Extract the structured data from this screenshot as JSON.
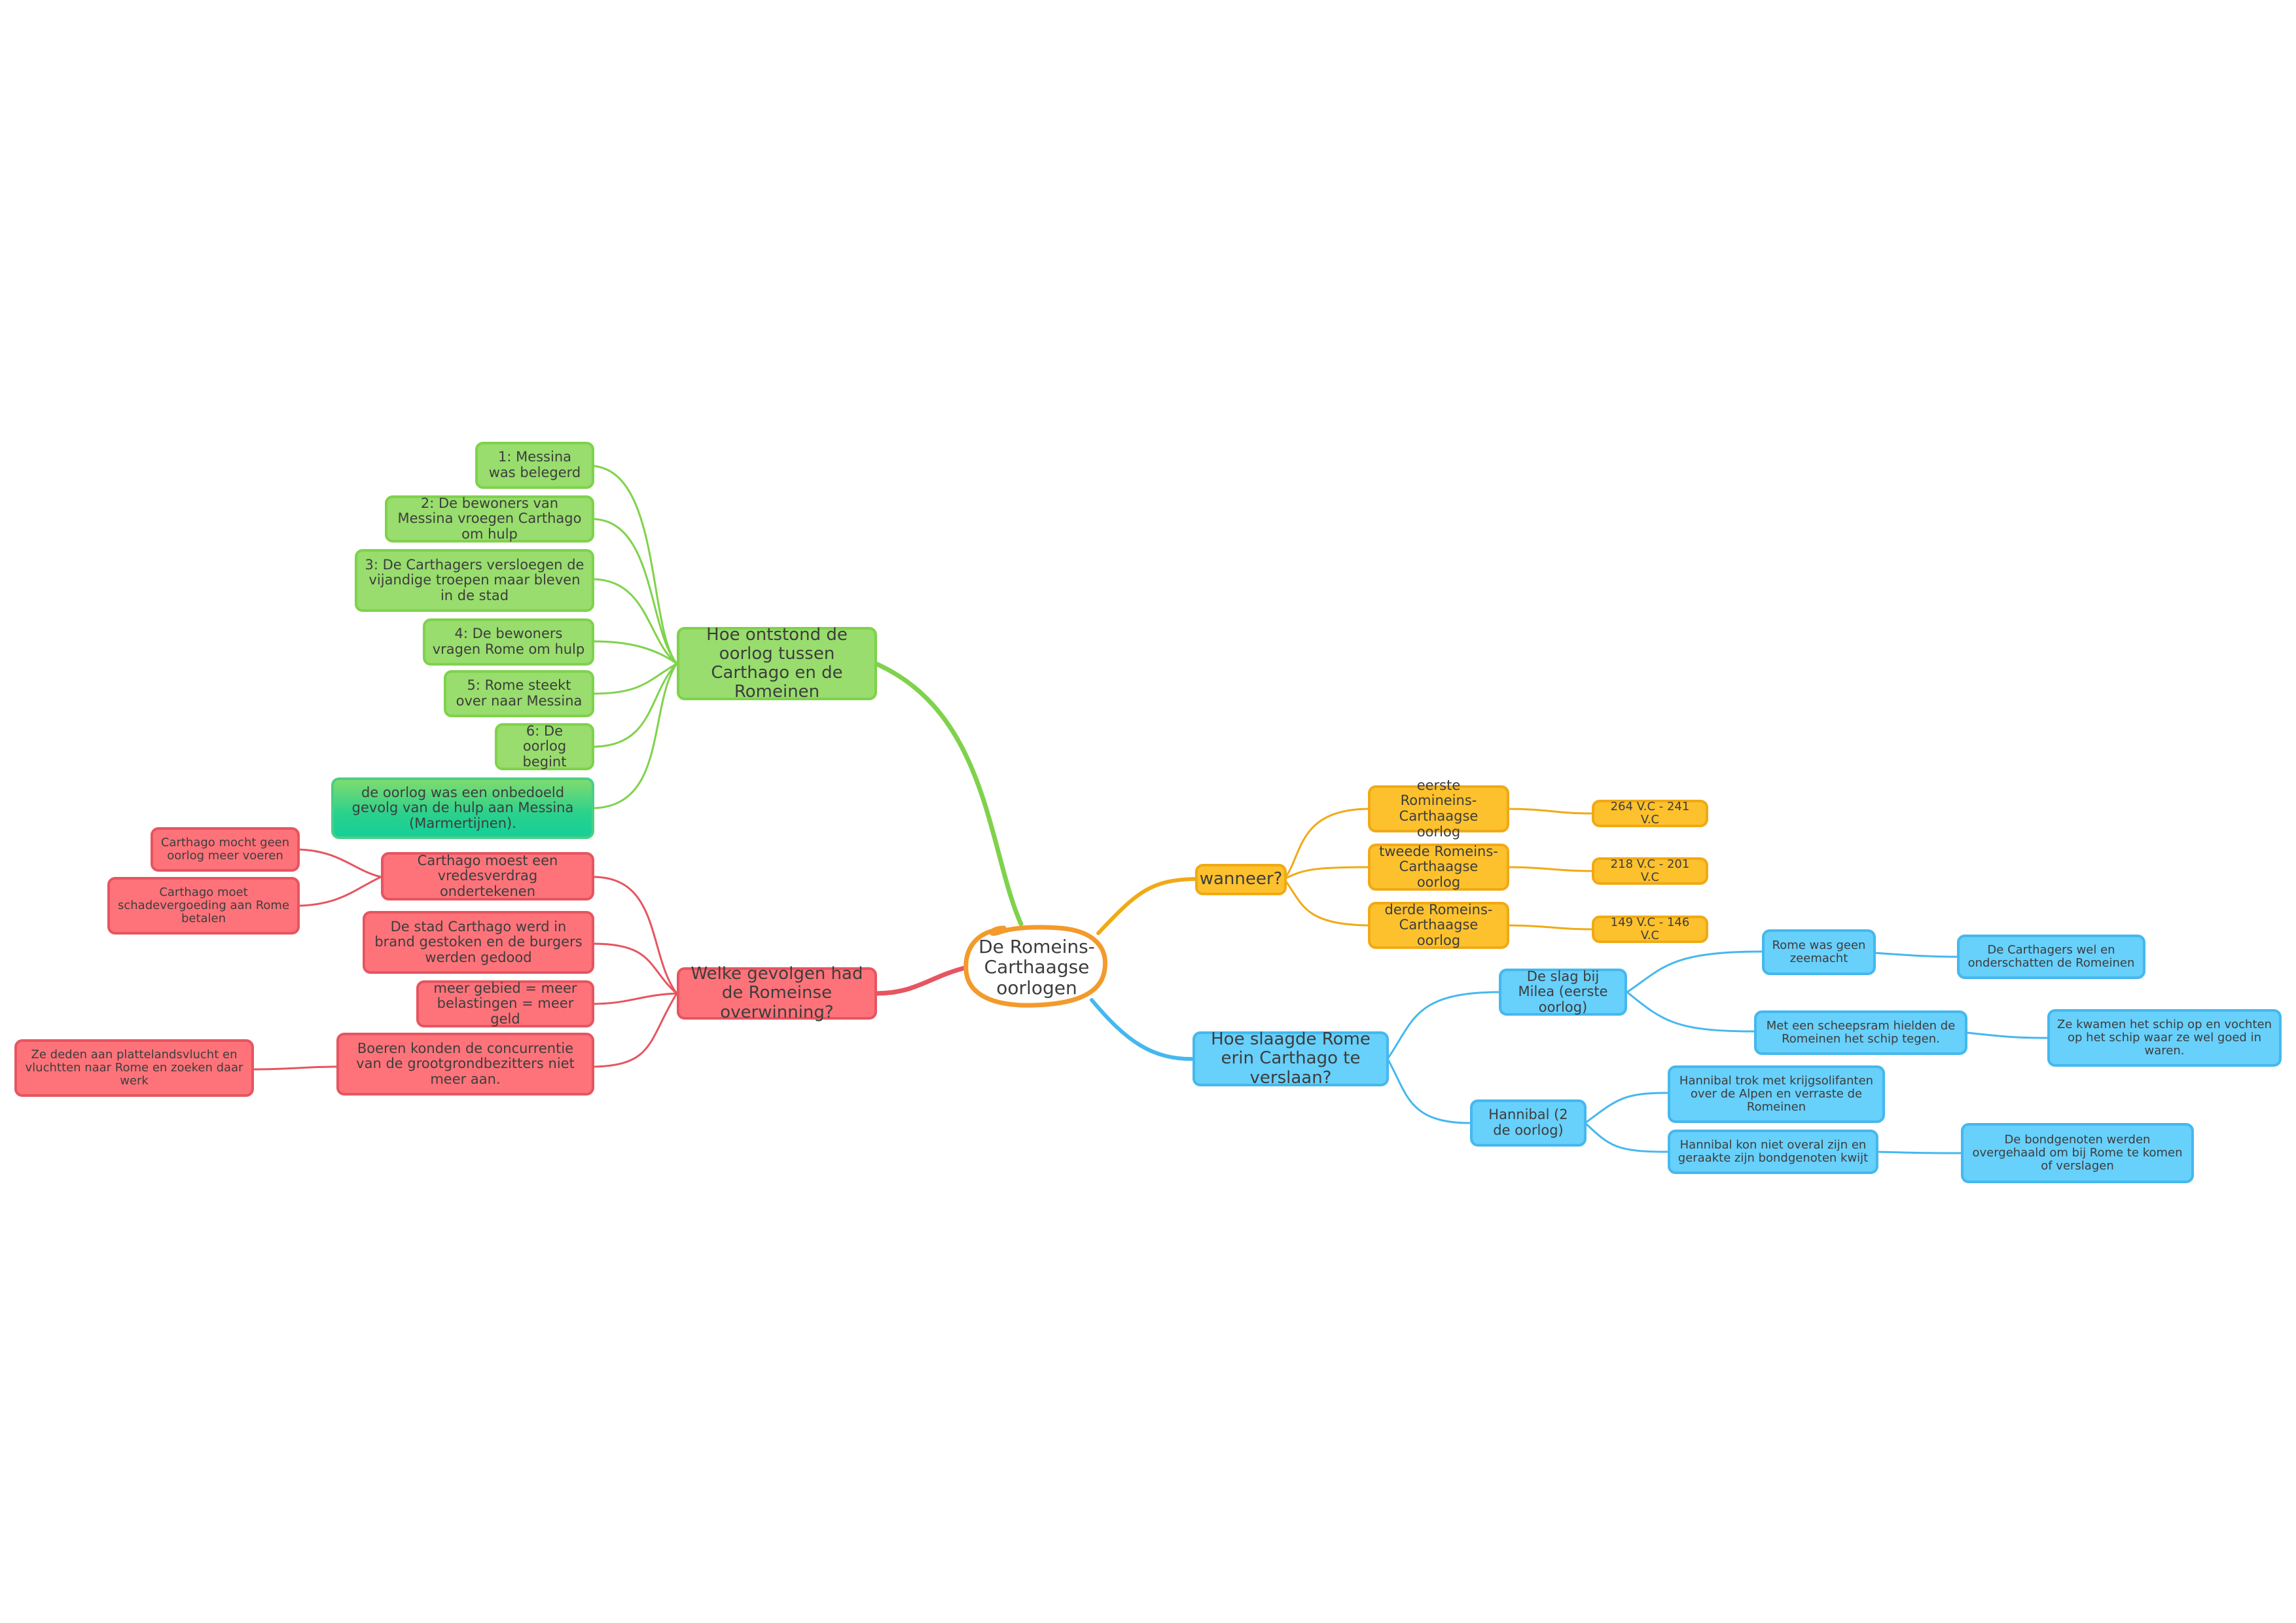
{
  "center": {
    "label": "De Romeins-Carthaagse oorlogen"
  },
  "branches": {
    "green": {
      "label": "Hoe ontstond de oorlog tussen Carthago en de Romeinen",
      "items": [
        "1: Messina was belegerd",
        "2: De bewoners van Messina vroegen Carthago om hulp",
        "3: De Carthagers versloegen de vijandige troepen maar bleven in de stad",
        "4: De bewoners vragen Rome om hulp",
        "5: Rome steekt over naar Messina",
        "6: De oorlog begint",
        "de oorlog was een onbedoeld gevolg van de hulp aan Messina (Marmertijnen)."
      ]
    },
    "red": {
      "label": "Welke gevolgen had de Romeinse overwinning?",
      "items": [
        {
          "label": "Carthago moest een vredesverdrag ondertekenen",
          "children": [
            "Carthago mocht geen oorlog meer voeren",
            "Carthago moet schadevergoeding aan Rome betalen"
          ]
        },
        {
          "label": "De stad Carthago werd in brand gestoken en de burgers werden gedood",
          "children": []
        },
        {
          "label": "meer gebied = meer belastingen = meer geld",
          "children": []
        },
        {
          "label": "Boeren konden de concurrentie van de grootgrondbezitters niet meer aan.",
          "children": [
            "Ze deden aan plattelandsvlucht en vluchtten naar Rome en zoeken daar werk"
          ]
        }
      ]
    },
    "orange": {
      "label": "wanneer?",
      "items": [
        {
          "label": "eerste Romineins-Carthaagse oorlog",
          "date": "264 V.C - 241 V.C"
        },
        {
          "label": "tweede Romeins-Carthaagse oorlog",
          "date": "218 V.C - 201 V.C"
        },
        {
          "label": "derde Romeins-Carthaagse oorlog",
          "date": "149 V.C - 146 V.C"
        }
      ]
    },
    "blue": {
      "label": "Hoe slaagde Rome erin Carthago te verslaan?",
      "items": [
        {
          "label": "De slag bij Milea (eerste oorlog)",
          "children": [
            {
              "label": "Rome was geen zeemacht",
              "child": "De Carthagers wel en onderschatten de Romeinen"
            },
            {
              "label": "Met een scheepsram hielden de Romeinen het schip tegen.",
              "child": "Ze kwamen het schip op en vochten op het schip waar ze wel goed in waren."
            }
          ]
        },
        {
          "label": "Hannibal (2 de oorlog)",
          "children": [
            {
              "label": "Hannibal trok met krijgsolifanten over de Alpen en verraste de Romeinen",
              "child": ""
            },
            {
              "label": "Hannibal kon niet overal zijn en geraakte zijn bondgenoten kwijt",
              "child": "De bondgenoten werden overgehaald om bij Rome te komen of verslagen"
            }
          ]
        }
      ]
    }
  },
  "colors": {
    "green": "#98dd6d",
    "green_line": "#7fd24c",
    "red": "#fe737a",
    "red_line": "#e65560",
    "orange": "#fcc12d",
    "orange_line": "#f0aa16",
    "blue": "#67d0fb",
    "blue_line": "#45b8ee",
    "center_outline": "#f39a2c"
  }
}
